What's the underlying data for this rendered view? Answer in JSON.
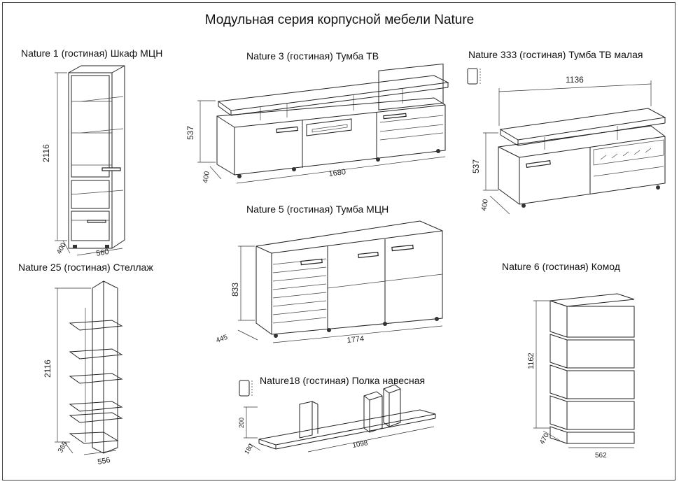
{
  "title": "Модульная серия корпусной мебели Nature",
  "items": [
    {
      "label": "Nature  1 (гостиная) Шкаф МЦН",
      "dims": [
        "2116",
        "400",
        "560"
      ]
    },
    {
      "label": "Nature  3 (гостиная) Тумба ТВ",
      "dims": [
        "537",
        "1680",
        "400"
      ]
    },
    {
      "label": "Nature   333 (гостиная) Тумба ТВ малая",
      "dims": [
        "1136",
        "537",
        "400"
      ]
    },
    {
      "label": "Nature 5 (гостиная) Тумба МЦН",
      "dims": [
        "833",
        "1774",
        "445"
      ]
    },
    {
      "label": "Nature  25 (гостиная) Стеллаж",
      "dims": [
        "2116",
        "556",
        "365"
      ]
    },
    {
      "label": "Nature 6 (гостиная) Комод",
      "dims": [
        "1162",
        "562",
        "470"
      ]
    },
    {
      "label": "Nature18 (гостиная) Полка навесная",
      "dims": [
        "200",
        "1098",
        "180"
      ]
    }
  ]
}
